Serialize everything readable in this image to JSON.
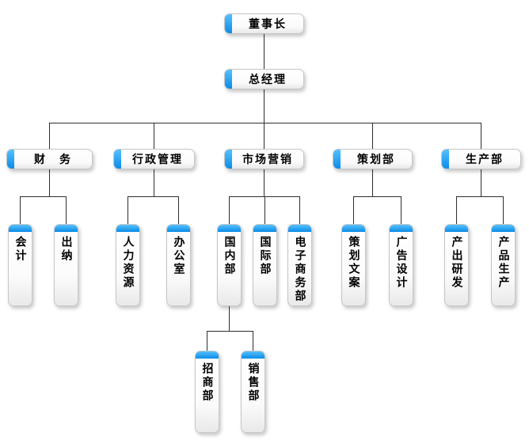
{
  "colors": {
    "accent_light": "#55c0ff",
    "accent_dark": "#0b8ce6",
    "line": "#2e2e2e",
    "box_border": "#c6c6c6",
    "background": "#ffffff"
  },
  "diagram": "org-chart",
  "tree": {
    "label": "董事长",
    "children": [
      {
        "label": "总经理",
        "children": [
          {
            "label": "财　务",
            "children": [
              {
                "label": "会计"
              },
              {
                "label": "出纳"
              }
            ]
          },
          {
            "label": "行政管理",
            "children": [
              {
                "label": "人力资源"
              },
              {
                "label": "办公室"
              }
            ]
          },
          {
            "label": "市场营销",
            "children": [
              {
                "label": "国内部",
                "children": [
                  {
                    "label": "招商部"
                  },
                  {
                    "label": "销售部"
                  }
                ]
              },
              {
                "label": "国际部"
              },
              {
                "label": "电子商务部"
              }
            ]
          },
          {
            "label": "策划部",
            "children": [
              {
                "label": "策划文案"
              },
              {
                "label": "广告设计"
              }
            ]
          },
          {
            "label": "生产部",
            "children": [
              {
                "label": "产出研发"
              },
              {
                "label": "产品生产"
              }
            ]
          }
        ]
      }
    ]
  }
}
